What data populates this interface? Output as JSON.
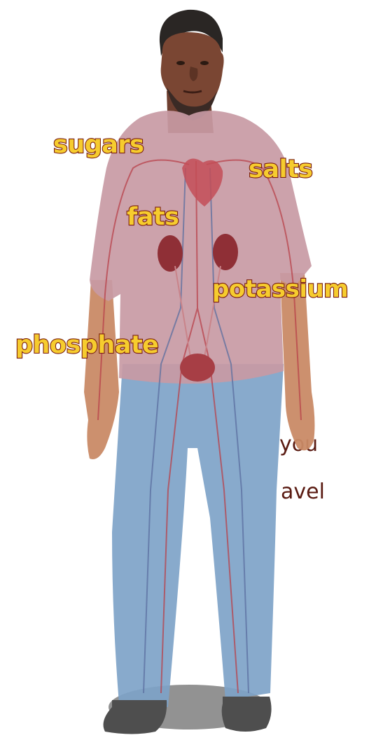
{
  "labels": {
    "sugars": "sugars",
    "salts": "salts",
    "fats": "fats",
    "potassium": "potassium",
    "phosphate": "phosphate"
  },
  "background_text": {
    "line1": "you",
    "line2": "avel"
  },
  "colors": {
    "label_fill": "#f6cc2e",
    "label_outline": "#7a1e12",
    "shirt": "#c89aa4",
    "jeans": "#7ea3c8",
    "skin": "#c98a66",
    "vessels": "#b8414a",
    "organs": "#9b3a3f",
    "text": "#5a1b12"
  }
}
